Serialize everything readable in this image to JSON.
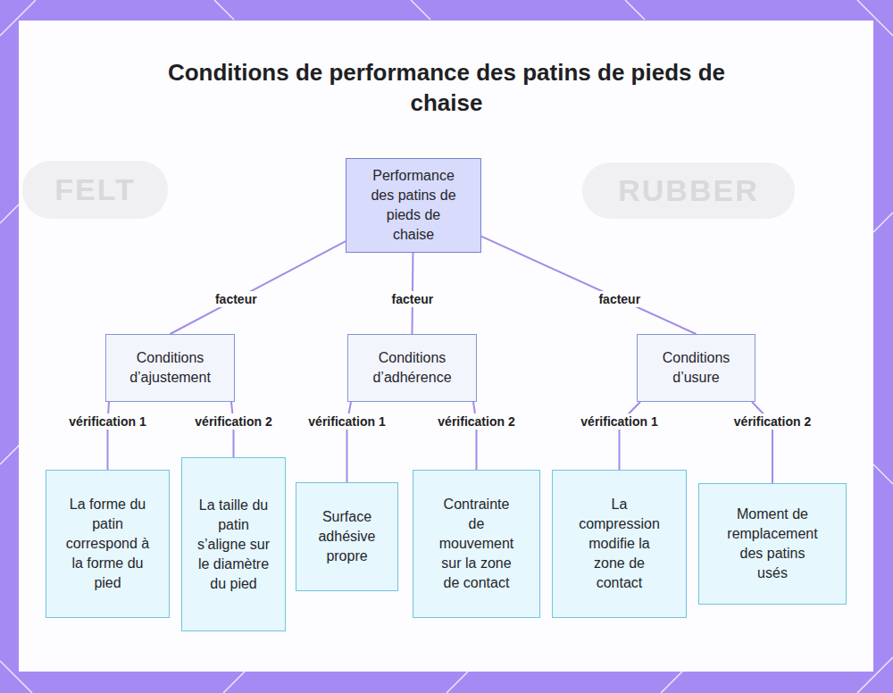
{
  "diagram": {
    "title": "Conditions de performance des patins de pieds de chaise",
    "nodes": [
      {
        "text": [
          "Performance des patins de pieds de chaise"
        ]
      },
      {
        "text": [
          "Conditions d’ajustement"
        ]
      },
      {
        "text": [
          "Conditions d’adhérence"
        ]
      },
      {
        "text": [
          "Conditions d’usure"
        ]
      },
      {
        "text": [
          "La forme du patin correspond à la forme du pied"
        ]
      },
      {
        "text": [
          "La taille du patin s’aligne sur le diamètre du pied"
        ]
      },
      {
        "text": [
          "Surface adhésive propre"
        ]
      },
      {
        "text": [
          "Contrainte de mouvement sur la zone de contact"
        ]
      },
      {
        "text": [
          "La compression modifie la zone de contact"
        ]
      },
      {
        "text": [
          "Moment de remplacement des patins usés"
        ]
      }
    ],
    "edges": [
      {
        "from": 0,
        "to": 1,
        "label": "facteur",
        "arrow": "none"
      },
      {
        "from": 0,
        "to": 2,
        "label": "facteur",
        "arrow": "none"
      },
      {
        "from": 0,
        "to": 3,
        "label": "facteur",
        "arrow": "none"
      },
      {
        "from": 1,
        "to": 4,
        "label": "vérification 1",
        "arrow": "none"
      },
      {
        "from": 1,
        "to": 5,
        "label": "vérification 2",
        "arrow": "none"
      },
      {
        "from": 2,
        "to": 6,
        "label": "vérification 1",
        "arrow": "none"
      },
      {
        "from": 2,
        "to": 7,
        "label": "vérification 2",
        "arrow": "none"
      },
      {
        "from": 3,
        "to": 8,
        "label": "vérification 1",
        "arrow": "none"
      },
      {
        "from": 3,
        "to": 9,
        "label": "vérification 2",
        "arrow": "none"
      }
    ],
    "labels": [
      "FELT",
      "RUBBER"
    ]
  }
}
